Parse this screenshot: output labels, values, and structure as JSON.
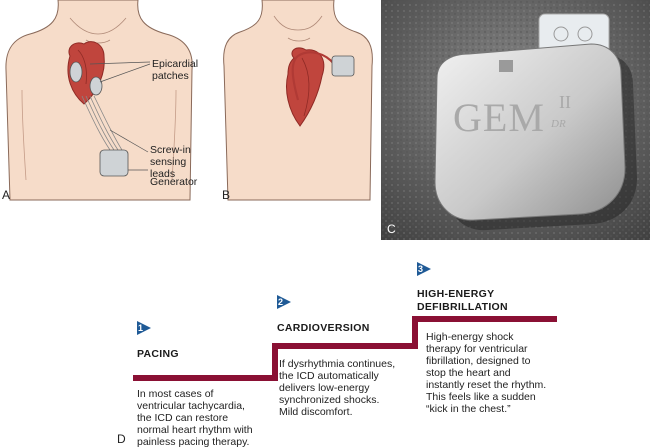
{
  "panel_a": {
    "letter": "A",
    "labels": {
      "epicardial": "Epicardial\npatches",
      "screw_in": "Screw-in\nsensing leads",
      "generator": "Generator"
    }
  },
  "panel_b": {
    "letter": "B"
  },
  "panel_c": {
    "letter": "C",
    "device_brand": "GEM",
    "device_model_numeral": "II",
    "device_model_suffix": "DR"
  },
  "panel_d": {
    "letter": "D",
    "steps": [
      {
        "number": "1",
        "title": "PACING",
        "text": "In most cases of\nventricular tachycardia,\nthe ICD can restore\nnormal heart rhythm with\npainless pacing therapy."
      },
      {
        "number": "2",
        "title": "CARDIOVERSION",
        "text": "If dysrhythmia continues,\nthe ICD automatically\ndelivers low-energy\nsynchronized shocks.\nMild discomfort."
      },
      {
        "number": "3",
        "title": "HIGH-ENERGY\nDEFIBRILLATION",
        "text": "High-energy shock\ntherapy for ventricular\nfibrillation, designed to\nstop the heart and\ninstantly reset the rhythm.\nThis feels like a sudden\n“kick in the chest.”"
      }
    ]
  },
  "colors": {
    "skin": "#f6dcc9",
    "skin_outline": "#8a6a5a",
    "heart": "#c0453d",
    "heart_dark": "#8f2a25",
    "device_gray": "#cfd3d6",
    "stair": "#8a1034",
    "step_marker": "#1f5a96"
  }
}
